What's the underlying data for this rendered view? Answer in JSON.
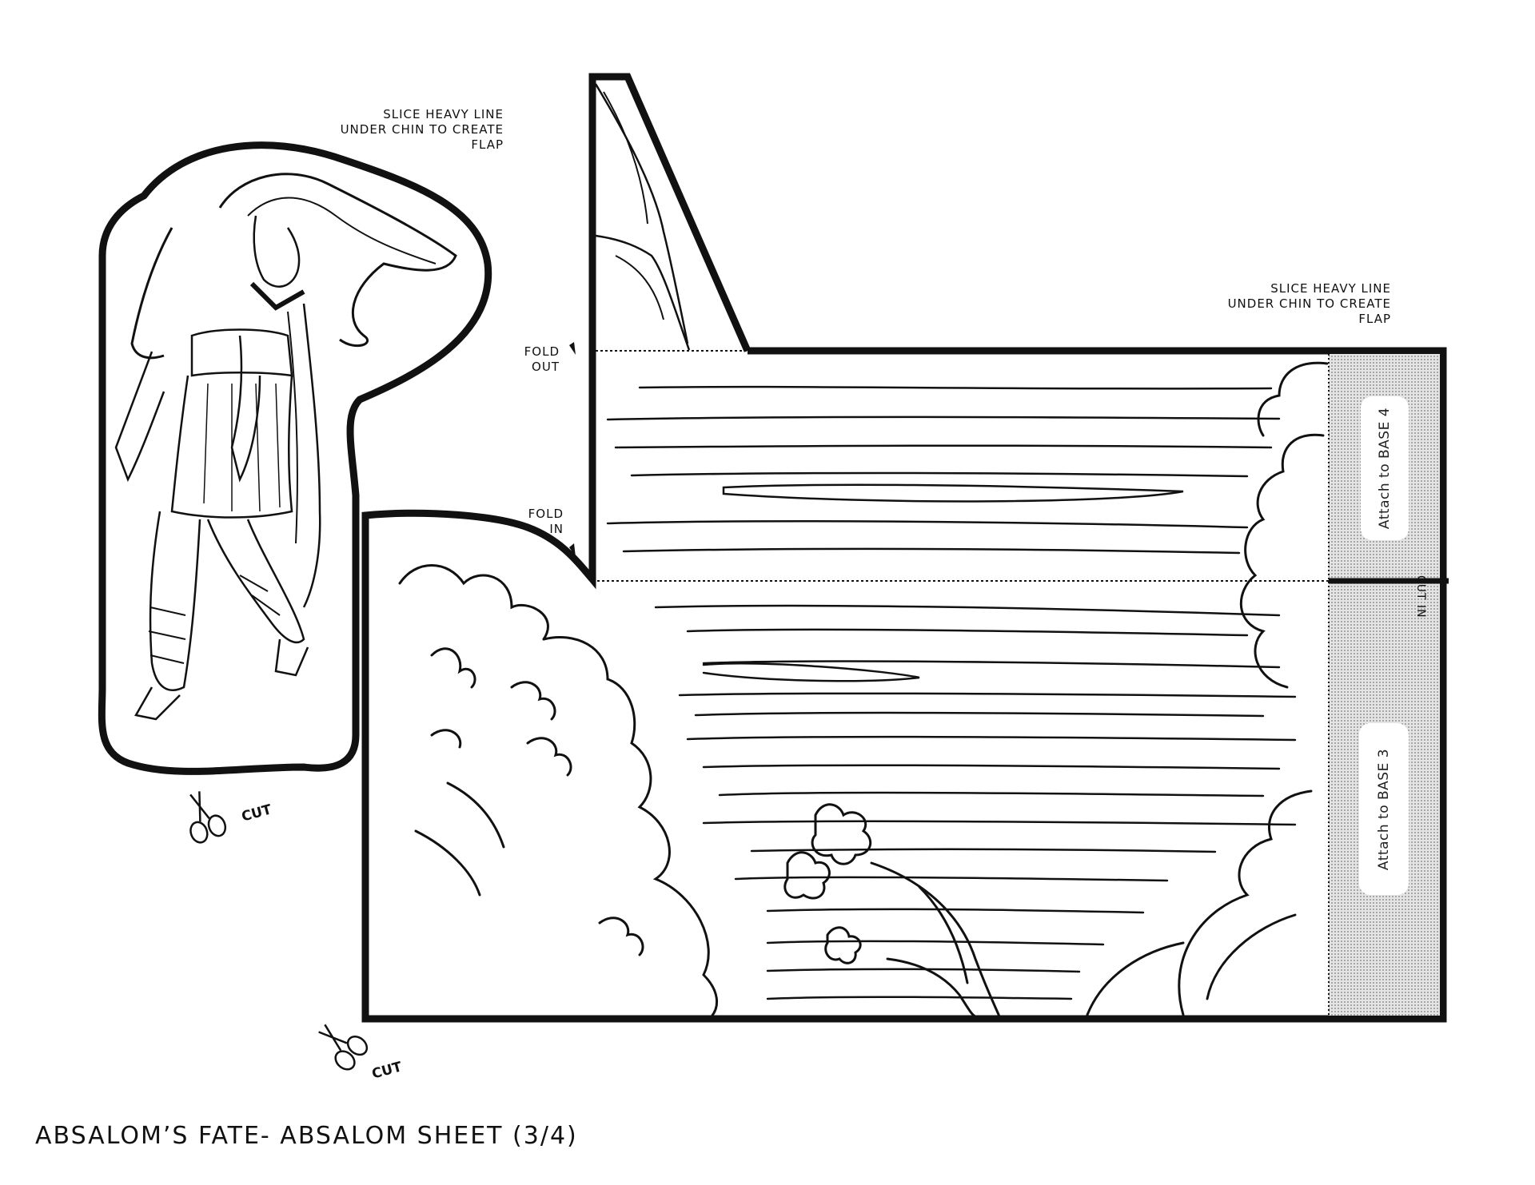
{
  "notes": {
    "slice_top": [
      "SLICE HEAVY LINE",
      "UNDER CHIN TO CREATE",
      "FLAP"
    ],
    "slice_right": [
      "SLICE HEAVY LINE",
      "UNDER CHIN TO CREATE",
      "FLAP"
    ],
    "fold_out": [
      "FOLD",
      "OUT"
    ],
    "fold_in": [
      "FOLD",
      "IN"
    ],
    "cut_in": "CUT IN",
    "cut_left": "CUT",
    "cut_bottom": "CUT"
  },
  "tabs": {
    "base4": "Attach to BASE 4",
    "base3": "Attach to BASE 3"
  },
  "caption": "ABSALOM’S FATE- ABSALOM SHEET (3/4)",
  "icons": [
    "scissors-icon",
    "scissors-icon",
    "fold-marker-icon",
    "fold-marker-icon"
  ],
  "colors": {
    "ink": "#111111",
    "tab_fill": "#cfcfcf"
  }
}
